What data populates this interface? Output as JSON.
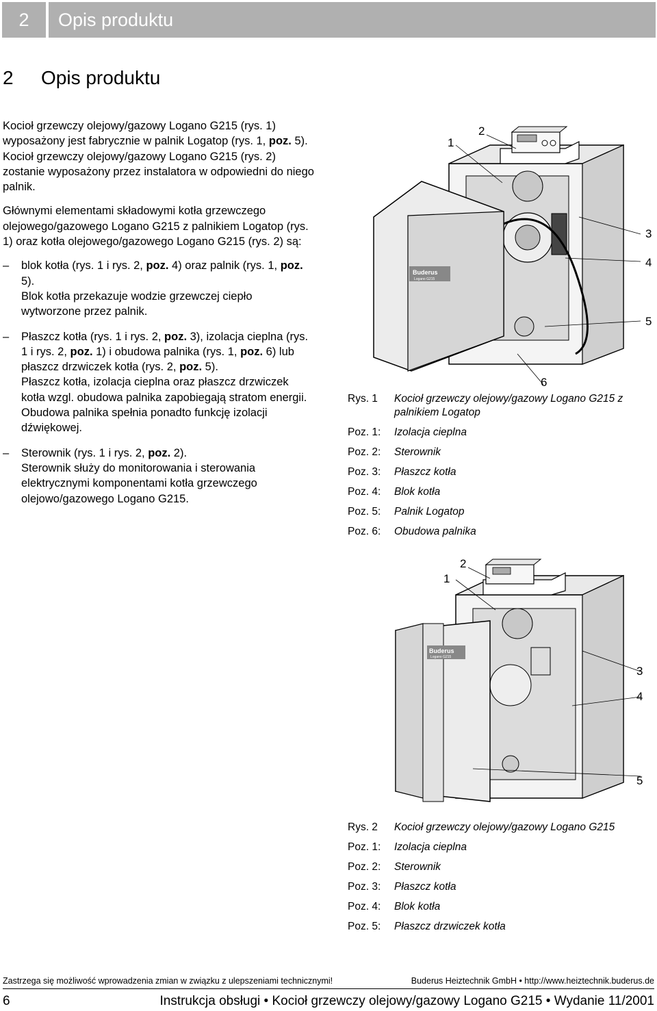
{
  "header": {
    "number": "2",
    "title": "Opis produktu"
  },
  "section": {
    "number": "2",
    "title": "Opis produktu"
  },
  "intro": {
    "p1_a": "Kocioł grzewczy olejowy/gazowy Logano G215 (rys. 1) wyposażony jest fabrycznie w palnik Logatop (rys. 1, ",
    "p1_poz": "poz.",
    "p1_b": " 5).",
    "p1_c": "Kocioł grzewczy olejowy/gazowy Logano G215 (rys. 2) zostanie wyposażony przez instalatora w odpowiedni do niego palnik.",
    "p2": "Głównymi elementami składowymi kotła grzewczego olejowego/gazowego Logano G215 z palnikiem Logatop (rys. 1) oraz kotła olejowego/gazowego Logano G215 (rys. 2) są:"
  },
  "bullets": [
    {
      "dash": "–",
      "line1_a": "blok kotła (rys. 1 i rys. 2, ",
      "poz1": "poz.",
      "line1_b": " 4) oraz palnik (rys. 1, ",
      "poz2": "poz.",
      "line1_c": " 5).",
      "line2": "Blok kotła przekazuje wodzie grzewczej ciepło wytworzone przez palnik."
    },
    {
      "dash": "–",
      "line1_a": "Płaszcz kotła (rys. 1 i rys. 2, ",
      "poz1": "poz.",
      "line1_b": " 3), izolacja cieplna (rys. 1 i rys. 2, ",
      "poz2": "poz.",
      "line1_c": " 1) i obudowa palnika (rys. 1, ",
      "poz3": "poz.",
      "line1_d": " 6) lub płaszcz drzwiczek kotła (rys. 2, ",
      "poz4": "poz.",
      "line1_e": " 5).",
      "line2": "Płaszcz kotła, izolacja cieplna oraz płaszcz drzwiczek kotła wzgl. obudowa palnika zapobiegają stratom energii. Obudowa palnika spełnia ponadto funkcję izolacji dźwiękowej."
    },
    {
      "dash": "–",
      "line1_a": "Sterownik (rys. 1 i rys. 2, ",
      "poz1": "poz.",
      "line1_b": " 2).",
      "line2": "Sterownik służy do monitorowania i sterowania elektrycznymi komponentami kotła grzewczego olejowo/gazowego Logano G215."
    }
  ],
  "figure1": {
    "brand": "Buderus",
    "model": "Logano G215",
    "labels": [
      "1",
      "2",
      "3",
      "4",
      "5",
      "6"
    ],
    "caption": [
      {
        "key": "Rys. 1",
        "val": "Kocioł grzewczy olejowy/gazowy Logano G215 z palnikiem Logatop"
      },
      {
        "key": "Poz. 1:",
        "val": "Izolacja cieplna"
      },
      {
        "key": "Poz. 2:",
        "val": "Sterownik"
      },
      {
        "key": "Poz. 3:",
        "val": "Płaszcz kotła"
      },
      {
        "key": "Poz. 4:",
        "val": "Blok kotła"
      },
      {
        "key": "Poz. 5:",
        "val": "Palnik Logatop"
      },
      {
        "key": "Poz. 6:",
        "val": "Obudowa palnika"
      }
    ]
  },
  "figure2": {
    "brand": "Buderus",
    "model": "Logano G215",
    "labels": [
      "1",
      "2",
      "3",
      "4",
      "5"
    ],
    "caption": [
      {
        "key": "Rys. 2",
        "val": "Kocioł grzewczy olejowy/gazowy Logano G215"
      },
      {
        "key": "Poz. 1:",
        "val": "Izolacja cieplna"
      },
      {
        "key": "Poz. 2:",
        "val": "Sterownik"
      },
      {
        "key": "Poz. 3:",
        "val": "Płaszcz kotła"
      },
      {
        "key": "Poz. 4:",
        "val": "Blok kotła"
      },
      {
        "key": "Poz. 5:",
        "val": "Płaszcz drzwiczek kotła"
      }
    ]
  },
  "footer": {
    "note": "Zastrzega się możliwość wprowadzenia zmian w związku z ulepszeniami technicznymi!",
    "company": "Buderus Heiztechnik GmbH • http://www.heiztechnik.buderus.de",
    "page": "6",
    "title": "Instrukcja obsługi • Kocioł grzewczy olejowy/gazowy Logano G215 • Wydanie 11/2001"
  }
}
